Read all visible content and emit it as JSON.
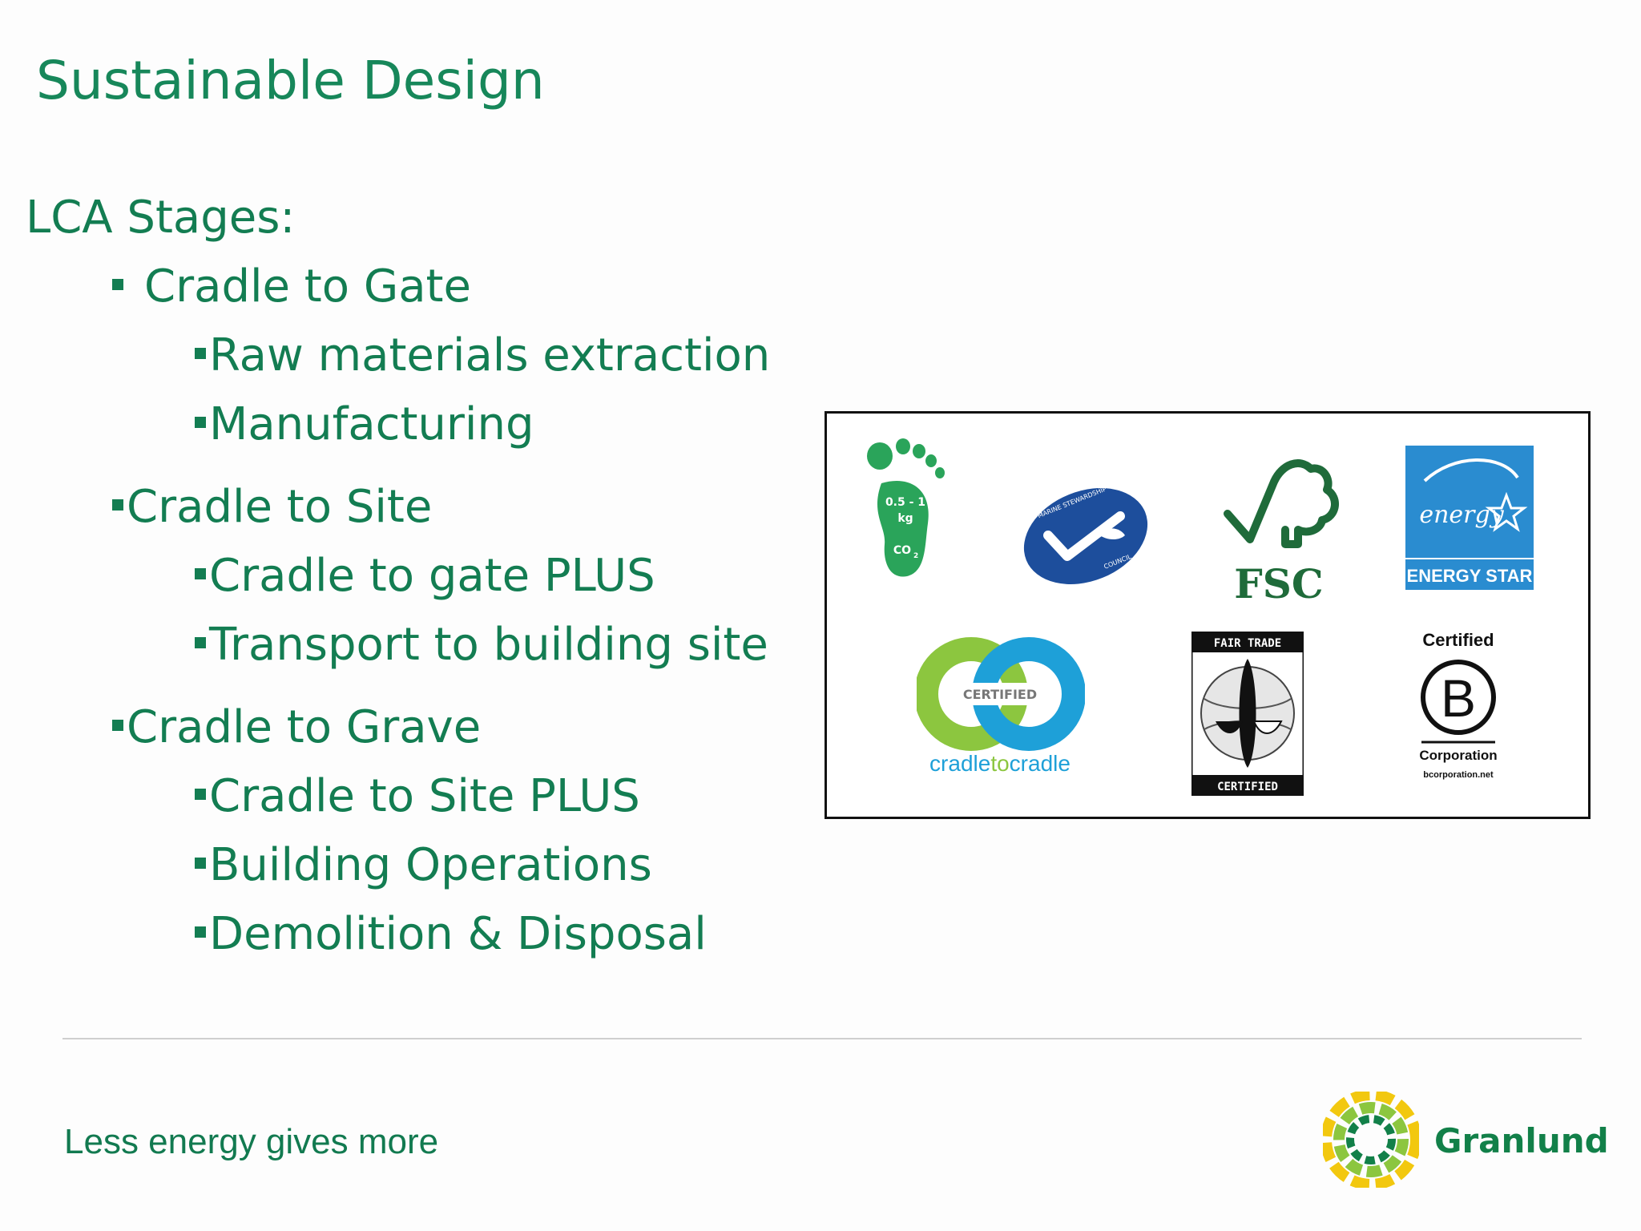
{
  "slide": {
    "title": "Sustainable Design",
    "heading": "LCA Stages:",
    "stages": [
      {
        "label": "Cradle to Gate",
        "items": [
          "Raw materials extraction",
          "Manufacturing"
        ]
      },
      {
        "label": "Cradle to Site",
        "items": [
          "Cradle to gate PLUS",
          "Transport to building site"
        ]
      },
      {
        "label": "Cradle to Grave",
        "items": [
          "Cradle to Site PLUS",
          "Building Operations",
          "Demolition & Disposal"
        ]
      }
    ]
  },
  "logos": {
    "footprint": {
      "line1": "0.5 - 1",
      "line2": "kg",
      "line3": "CO",
      "sub": "2",
      "color": "#2aa45a"
    },
    "msc": {
      "arc_top": "MARINE STEWARDSHIP",
      "arc_bottom": "COUNCIL",
      "color": "#1d4e9c"
    },
    "fsc": {
      "text": "FSC",
      "color": "#1f6b3a"
    },
    "energy_star": {
      "script": "energy",
      "text": "ENERGY STAR",
      "color": "#2a8cd0"
    },
    "c2c": {
      "badge": "CERTIFIED",
      "word1": "cradle",
      "word2": "to",
      "word3": "cradle",
      "green": "#8cc63f",
      "blue": "#1ea0d8"
    },
    "fair_trade": {
      "top": "FAIR TRADE",
      "bottom": "CERTIFIED"
    },
    "bcorp": {
      "top": "Certified",
      "letter": "B",
      "mid": "Corporation",
      "url": "bcorporation.net"
    }
  },
  "footer": {
    "tagline": "Less energy gives more",
    "brand": "Granlund",
    "colors": {
      "green": "#128049",
      "yellow": "#f2c80f",
      "light_green": "#8cc63f"
    }
  }
}
